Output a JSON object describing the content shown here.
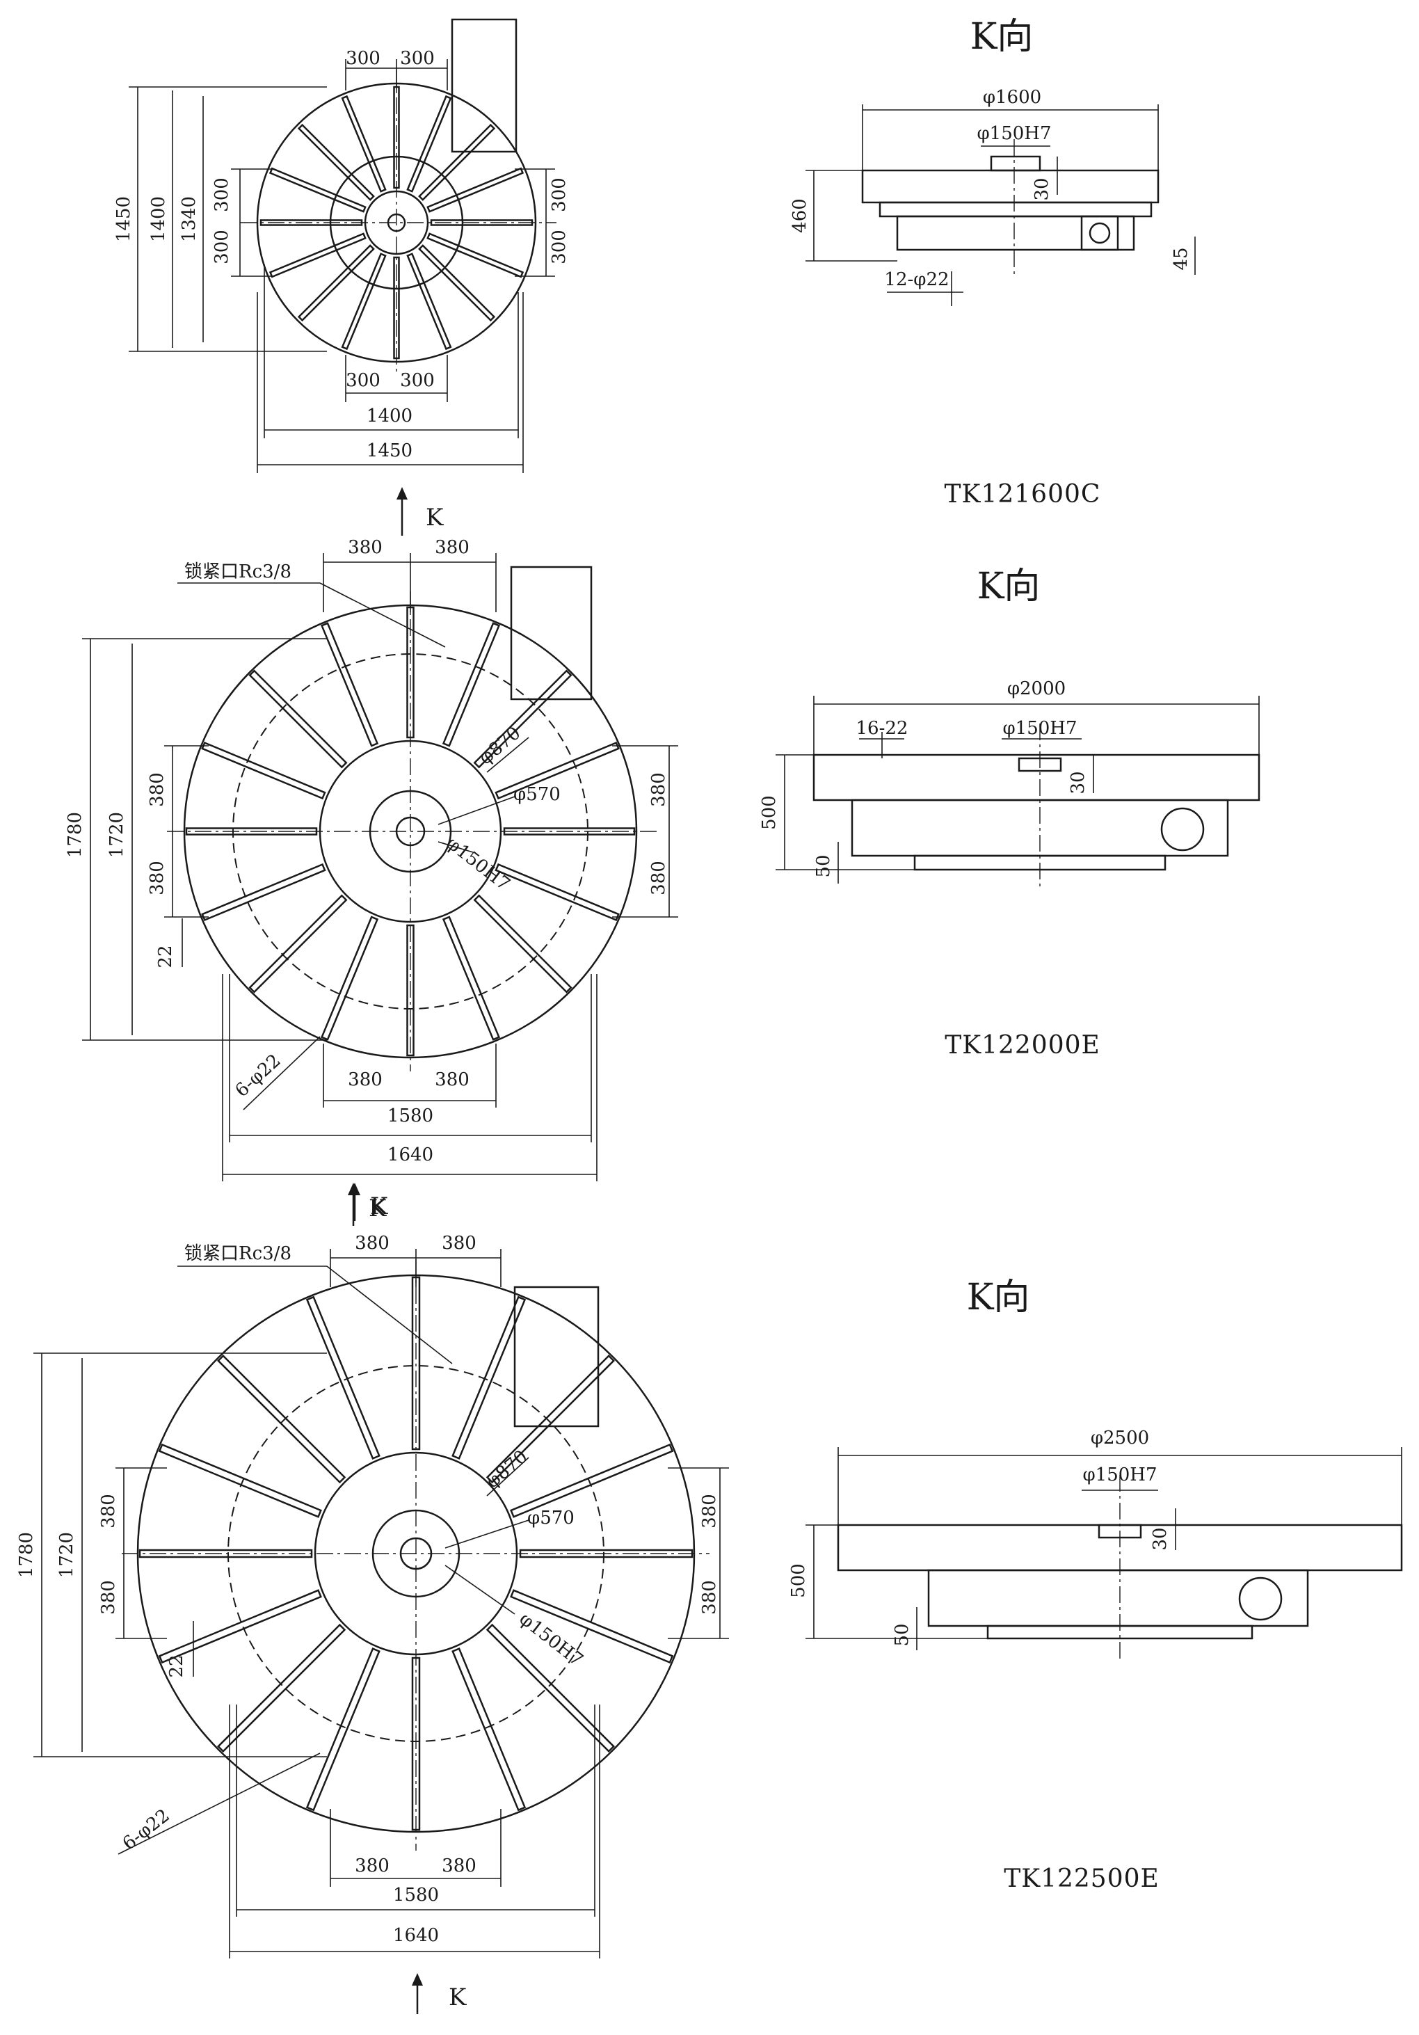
{
  "drawings": [
    {
      "model": "TK121600C",
      "k_view_title": "K向",
      "k_arrow_label": "K",
      "plan": {
        "top_dims": [
          "300",
          "300"
        ],
        "bottom_dims": [
          "300",
          "300"
        ],
        "width_inner": "1400",
        "width_outer": "1450",
        "height_outer": "1450",
        "height_mid": "1400",
        "height_inner": "1340",
        "left_dims": [
          "300",
          "300"
        ],
        "right_dims": [
          "300",
          "300"
        ]
      },
      "side": {
        "diameter": "φ1600",
        "bore": "φ150H7",
        "slot_depth": "30",
        "height": "460",
        "base": "45",
        "holes": "12-φ22"
      }
    },
    {
      "model": "TK122000E",
      "k_view_title": "K向",
      "k_arrow_label": "K",
      "plan": {
        "lock_port": "锁紧口Rc3/8",
        "top_dims": [
          "380",
          "380"
        ],
        "bottom_dims": [
          "380",
          "380"
        ],
        "width_inner": "1580",
        "width_outer": "1640",
        "height_outer": "1780",
        "height_inner": "1720",
        "left_dims": [
          "380",
          "380"
        ],
        "right_dims": [
          "380",
          "380"
        ],
        "left_small": "22",
        "holes": "6-φ22",
        "circle_a": "φ870",
        "circle_b": "φ570",
        "bore": "φ150H7"
      },
      "side": {
        "diameter": "φ2000",
        "bore": "φ150H7",
        "slots": "16-22",
        "slot_depth": "30",
        "height": "500",
        "base": "50"
      }
    },
    {
      "model": "TK122500E",
      "k_view_title": "K向",
      "k_arrow_label": "K",
      "k_arrow_label_bottom": "K",
      "plan": {
        "lock_port": "锁紧口Rc3/8",
        "top_dims": [
          "380",
          "380"
        ],
        "bottom_dims": [
          "380",
          "380"
        ],
        "width_inner": "1580",
        "width_outer": "1640",
        "height_outer": "1780",
        "height_inner": "1720",
        "left_dims": [
          "380",
          "380"
        ],
        "right_dims": [
          "380",
          "380"
        ],
        "left_small": "22",
        "holes": "6-φ22",
        "circle_a": "φ870",
        "circle_b": "φ570",
        "bore": "φ150H7"
      },
      "side": {
        "diameter": "φ2500",
        "bore": "φ150H7",
        "slot_depth": "30",
        "height": "500",
        "base": "50"
      }
    }
  ]
}
